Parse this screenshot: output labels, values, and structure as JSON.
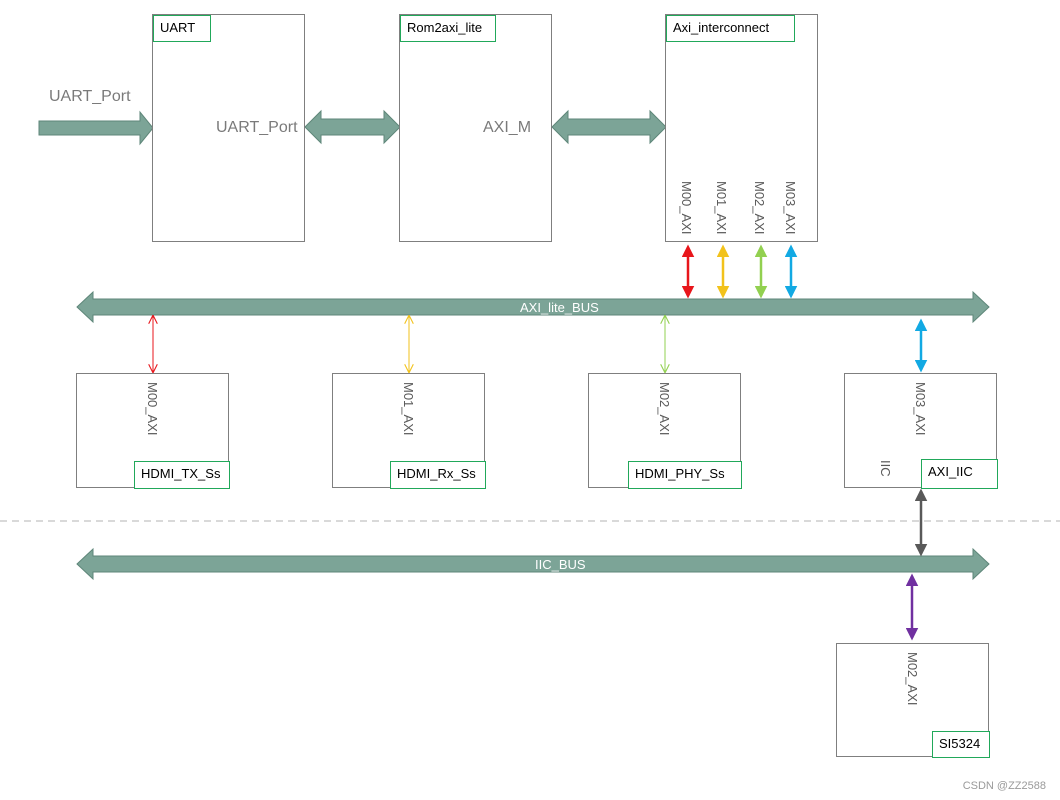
{
  "uart_input_label": "UART_Port",
  "blocks": {
    "uart": {
      "title": "UART",
      "port": "UART_Port"
    },
    "rom2axi": {
      "title": "Rom2axi_lite",
      "port": "AXI_M"
    },
    "interconnect": {
      "title": "Axi_interconnect",
      "ports": [
        "M00_AXI",
        "M01_AXI",
        "M02_AXI",
        "M03_AXI"
      ]
    },
    "hdmi_tx": {
      "title": "HDMI_TX_Ss",
      "port": "M00_AXI"
    },
    "hdmi_rx": {
      "title": "HDMI_Rx_Ss",
      "port": "M01_AXI"
    },
    "hdmi_phy": {
      "title": "HDMI_PHY_Ss",
      "port": "M02_AXI"
    },
    "axi_iic": {
      "title": "AXI_IIC",
      "port": "M03_AXI",
      "iic_port": "IIC"
    },
    "si5324": {
      "title": "SI5324",
      "port": "M02_AXI"
    }
  },
  "buses": {
    "axi_lite": "AXI_lite_BUS",
    "iic": "IIC_BUS"
  },
  "colors": {
    "bus": "#7ca497",
    "bus_stroke": "#5e8679",
    "box_border": "#7f7f7f",
    "tag_border": "#21a85a",
    "m00": "#e8161b",
    "m01": "#f2c21b",
    "m02": "#92d050",
    "m03": "#12a9e3",
    "iic_link": "#595959",
    "si5324_link": "#7030a0"
  },
  "watermark": "CSDN @ZZ2588"
}
